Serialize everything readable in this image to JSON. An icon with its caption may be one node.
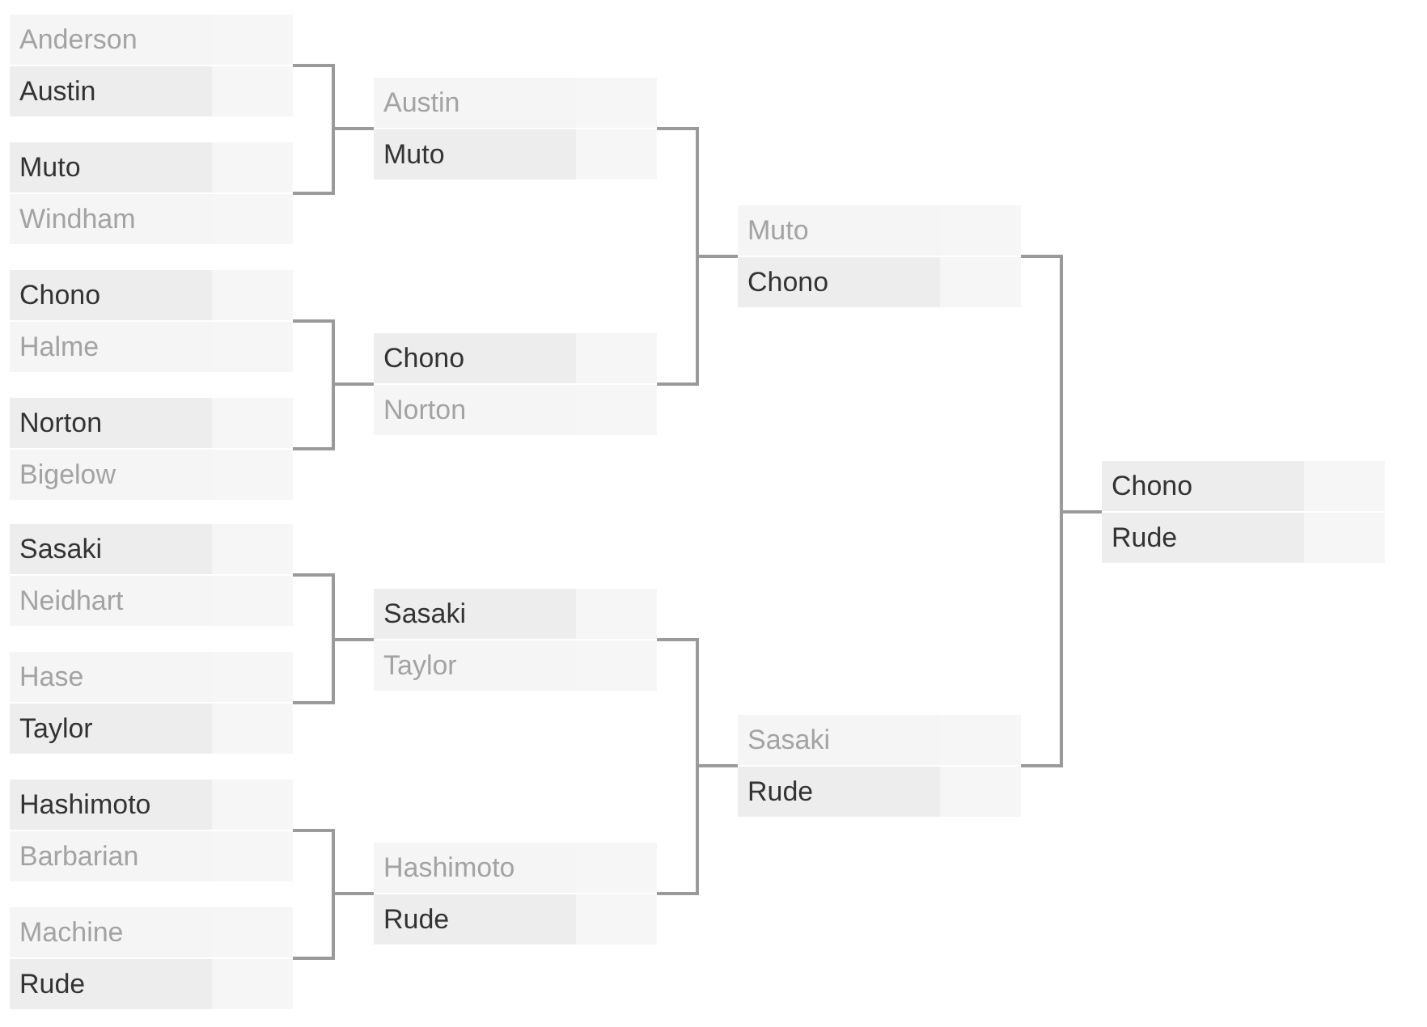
{
  "diagram": {
    "nodes": [
      {
        "text": [
          "Anderson",
          "Austin"
        ]
      },
      {
        "text": [
          "Muto",
          "Windham"
        ]
      },
      {
        "text": [
          "Chono",
          "Halme"
        ]
      },
      {
        "text": [
          "Norton",
          "Bigelow"
        ]
      },
      {
        "text": [
          "Sasaki",
          "Neidhart"
        ]
      },
      {
        "text": [
          "Hase",
          "Taylor"
        ]
      },
      {
        "text": [
          "Hashimoto",
          "Barbarian"
        ]
      },
      {
        "text": [
          "Machine",
          "Rude"
        ]
      },
      {
        "text": [
          "Austin",
          "Muto"
        ]
      },
      {
        "text": [
          "Chono",
          "Norton"
        ]
      },
      {
        "text": [
          "Sasaki",
          "Taylor"
        ]
      },
      {
        "text": [
          "Hashimoto",
          "Rude"
        ]
      },
      {
        "text": [
          "Muto",
          "Chono"
        ]
      },
      {
        "text": [
          "Sasaki",
          "Rude"
        ]
      },
      {
        "text": [
          "Chono",
          "Rude"
        ]
      }
    ],
    "edges": [
      {
        "from": 0,
        "to": 8,
        "arrow": "none"
      },
      {
        "from": 1,
        "to": 8,
        "arrow": "none"
      },
      {
        "from": 2,
        "to": 9,
        "arrow": "none"
      },
      {
        "from": 3,
        "to": 9,
        "arrow": "none"
      },
      {
        "from": 4,
        "to": 10,
        "arrow": "none"
      },
      {
        "from": 5,
        "to": 10,
        "arrow": "none"
      },
      {
        "from": 6,
        "to": 11,
        "arrow": "none"
      },
      {
        "from": 7,
        "to": 11,
        "arrow": "none"
      },
      {
        "from": 8,
        "to": 12,
        "arrow": "none"
      },
      {
        "from": 9,
        "to": 12,
        "arrow": "none"
      },
      {
        "from": 10,
        "to": 13,
        "arrow": "none"
      },
      {
        "from": 11,
        "to": 13,
        "arrow": "none"
      },
      {
        "from": 12,
        "to": 14,
        "arrow": "none"
      },
      {
        "from": 13,
        "to": 14,
        "arrow": "none"
      }
    ]
  }
}
